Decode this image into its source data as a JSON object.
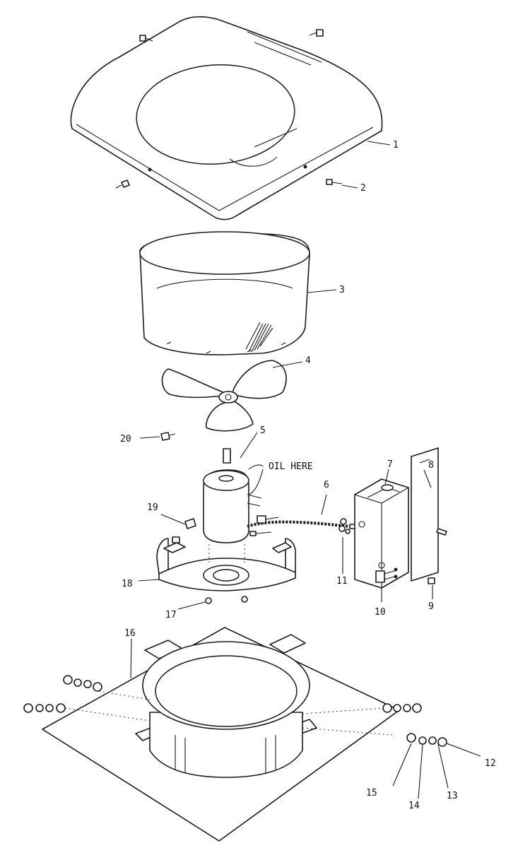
{
  "diagram": {
    "callouts": [
      {
        "id": "callout-1",
        "text": "1"
      },
      {
        "id": "callout-2",
        "text": "2"
      },
      {
        "id": "callout-3",
        "text": "3"
      },
      {
        "id": "callout-4",
        "text": "4"
      },
      {
        "id": "callout-5",
        "text": "5"
      },
      {
        "id": "callout-6",
        "text": "6"
      },
      {
        "id": "callout-7",
        "text": "7"
      },
      {
        "id": "callout-8",
        "text": "8"
      },
      {
        "id": "callout-9",
        "text": "9"
      },
      {
        "id": "callout-10",
        "text": "10"
      },
      {
        "id": "callout-11",
        "text": "11"
      },
      {
        "id": "callout-12",
        "text": "12"
      },
      {
        "id": "callout-13",
        "text": "13"
      },
      {
        "id": "callout-14",
        "text": "14"
      },
      {
        "id": "callout-15",
        "text": "15"
      },
      {
        "id": "callout-16",
        "text": "16"
      },
      {
        "id": "callout-17",
        "text": "17"
      },
      {
        "id": "callout-18",
        "text": "18"
      },
      {
        "id": "callout-19",
        "text": "19"
      },
      {
        "id": "callout-20",
        "text": "20"
      }
    ],
    "oil_note": "OIL HERE"
  }
}
